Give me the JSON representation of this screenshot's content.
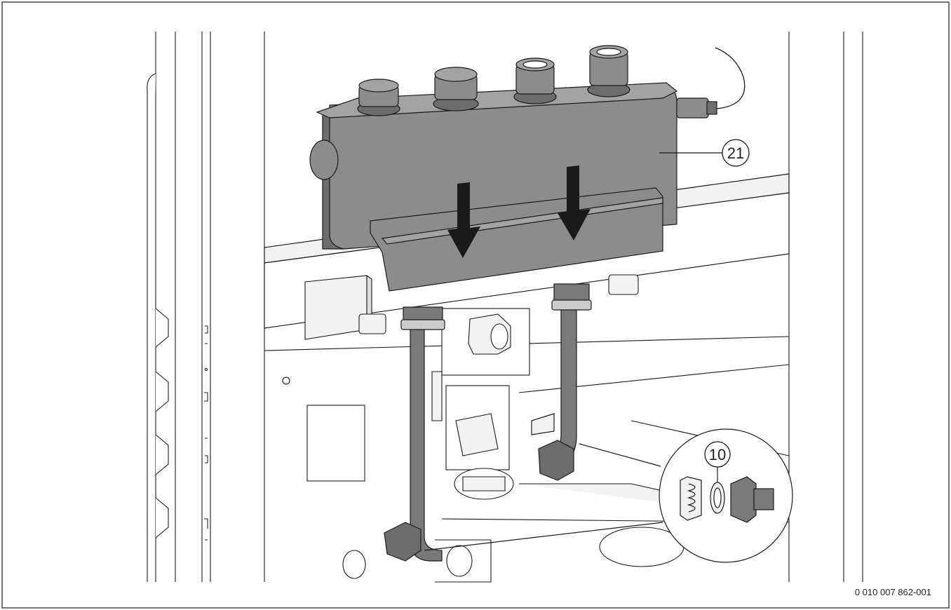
{
  "callouts": [
    {
      "number": "21",
      "part": "manifold-unit"
    },
    {
      "number": "10",
      "part": "sealing-ring"
    }
  ],
  "document_code": "0 010 007 862-001",
  "colors": {
    "line": "#1a1a1a",
    "light_fill": "#f2f2f2",
    "module_fill": "#8c8c8c",
    "module_dark": "#6d6d6d",
    "pipe_fill": "#7a7a7a",
    "background": "#ffffff"
  }
}
